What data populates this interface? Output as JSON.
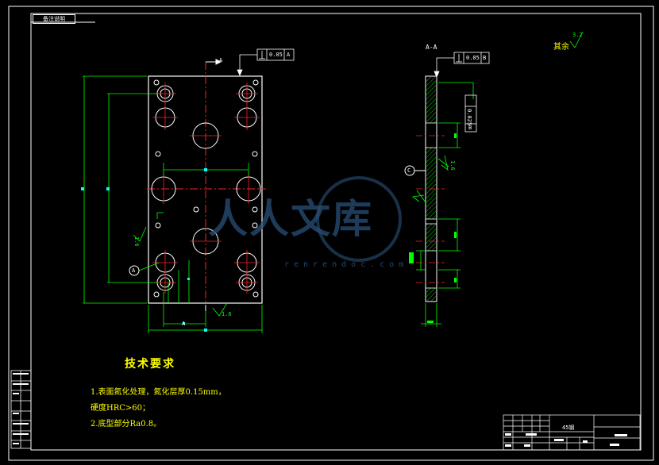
{
  "sheet": {
    "tag": "备注说明",
    "section_label": "A-A",
    "view_mark_a": "A",
    "datum_b": "B",
    "datum_c": "C",
    "roughness_rest": "其余",
    "roughness_rest_value": "3.2",
    "roughness_a": "1.6",
    "roughness_b": "1.6",
    "tol_main": "0.05",
    "tol_main_datum": "A",
    "tol_sec": "0.05",
    "tol_sec_datum": "B",
    "tol_par": "0.025",
    "tol_par_datum": "B",
    "angle_label": "1.6"
  },
  "tech": {
    "title": "技术要求",
    "line1": "1.表面氮化处理，氮化层厚0.15mm，",
    "line2": "硬度HRC>60；",
    "line3": "2.底型部分Ra0.8。"
  },
  "watermark": {
    "main": "人人文库",
    "sub": "renrendoc.com"
  },
  "title_block": {
    "material": "45钢"
  },
  "colors": {
    "line": "#ffffff",
    "dim": "#00ff00",
    "center": "#ff2020",
    "text": "#ffff00",
    "hatch": "#00ff00",
    "marker": "#00ffff"
  }
}
